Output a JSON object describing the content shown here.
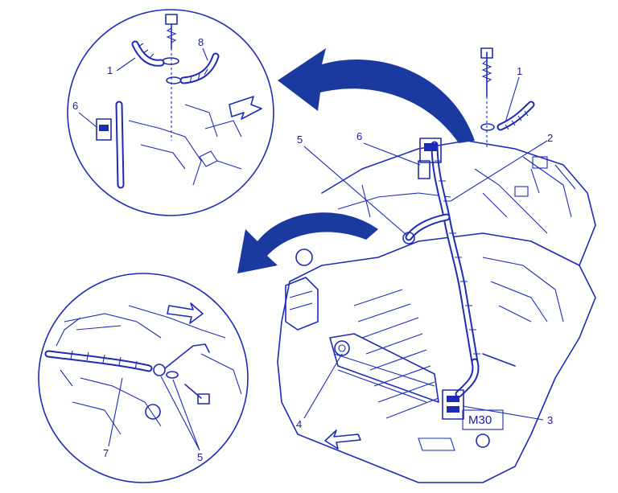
{
  "colors": {
    "line": "#1f2bb3",
    "background": "#ffffff",
    "arrow": "#1a3aa0"
  },
  "callouts": {
    "c1_detail_top": "1",
    "c8_detail_top": "8",
    "c6_detail_top": "6",
    "c5_main": "5",
    "c6_main": "6",
    "c1_main": "1",
    "c2_main": "2",
    "c4_main": "4",
    "c3_main": "3",
    "c7_detail_bottom": "7",
    "c5_detail_bottom": "5"
  },
  "part_label": "M30"
}
